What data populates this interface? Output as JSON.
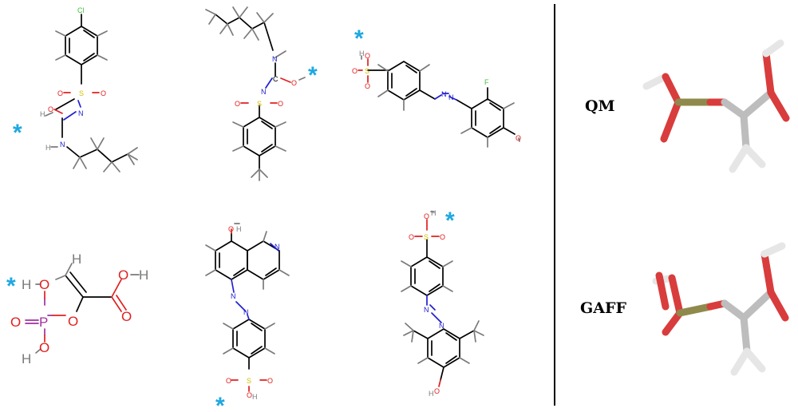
{
  "atoms": {
    "H": "H",
    "C": "C",
    "N": "N",
    "O": "O",
    "S": "S",
    "P": "P",
    "F": "F",
    "Cl": "Cl"
  },
  "marker": "*",
  "method_labels": {
    "qm": "QM",
    "gaff": "GAFF"
  },
  "colors": {
    "carbon": "#000000",
    "hydrogen": "#7a7a7a",
    "nitrogen": "#2020d0",
    "oxygen": "#e02020",
    "sulfur": "#d4c000",
    "phosphorus": "#a030a0",
    "fluorine": "#40c040",
    "chlorine": "#40c040",
    "marker": "#1fa8e0",
    "divider": "#000000",
    "stick_oxygen": "#d93c3c",
    "stick_carbon": "#bdbdbd",
    "stick_phosphorus": "#8f8a4c",
    "stick_hydrogen": "#e6e6e6"
  }
}
